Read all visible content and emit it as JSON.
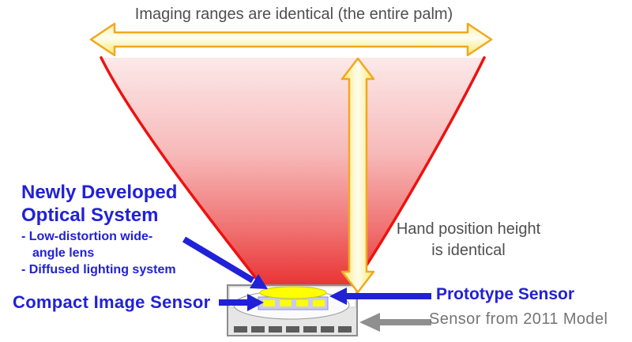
{
  "title": "Imaging ranges are identical (the entire palm)",
  "annotations": {
    "hand_position": {
      "line1": "Hand position height",
      "line2": "is identical"
    },
    "optical_system": {
      "heading_line1": "Newly Developed",
      "heading_line2": "Optical System",
      "bullet1_line1": "- Low-distortion wide-",
      "bullet1_line2": "angle lens",
      "bullet2": "- Diffused lighting system"
    },
    "compact_image_sensor": "Compact Image Sensor",
    "prototype_sensor": "Prototype Sensor",
    "sensor_2011": "Sensor from 2011 Model"
  },
  "icons": {
    "imaging_range_arrow": "horizontal double-headed arrow",
    "hand_height_arrow": "vertical double-headed arrow",
    "optics_pointer_arrow": "blue diagonal arrow to lens",
    "compact_sensor_arrow": "blue right-pointing arrow",
    "prototype_sensor_arrow": "blue left-pointing arrow",
    "sensor_2011_arrow": "gray left-pointing arrow"
  },
  "colors": {
    "label_gray": "#4f4f4f",
    "label_gray_light": "#757575",
    "accent_blue": "#2121d6",
    "cone_red": "#ee1111",
    "cone_fill_top": "#fce9e9",
    "cone_fill_bottom": "#e93333",
    "arrow_yellow_fill": "#fdf07e",
    "arrow_yellow_outline": "#f2a71f",
    "sensor_body_gray": "#e6e6e6",
    "lighting_lavender": "#c9c9f4",
    "lens_yellow": "#ffff00"
  }
}
